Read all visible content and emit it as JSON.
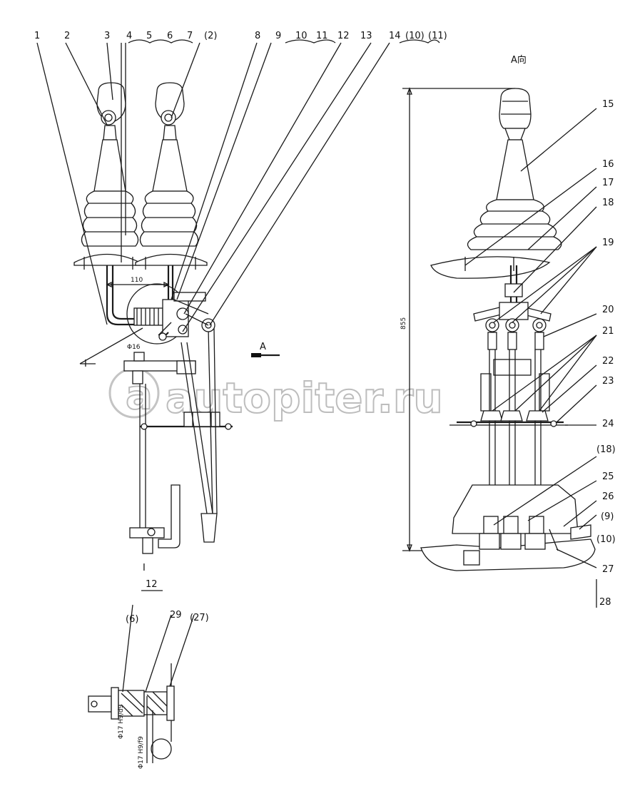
{
  "labels_top_left": [
    "1",
    "2",
    "3",
    "4",
    "5",
    "6",
    "7",
    "(2)"
  ],
  "labels_top_mid": [
    "8",
    "9",
    "10",
    "11",
    "12",
    "13",
    "14",
    "(10)",
    "(11)"
  ],
  "labels_right": [
    "15",
    "16",
    "17",
    "18",
    "19",
    "20",
    "21",
    "22",
    "23",
    "24",
    "(18)",
    "25",
    "26",
    "(9)",
    "(10)",
    "27",
    "28"
  ],
  "labels_detail": [
    "(6)",
    "29",
    "(27)"
  ],
  "view_title": "A向",
  "section_label": "I",
  "detail_label": "I",
  "section_number_marker": "12",
  "view_arrow_label": "A",
  "dimensions": {
    "height": "855",
    "spacing": "110",
    "diameter": "Φ16",
    "fit_1": "Φ17 H9/d9",
    "fit_2": "Φ17 H9/f9"
  },
  "watermark": "autopiter.ru"
}
